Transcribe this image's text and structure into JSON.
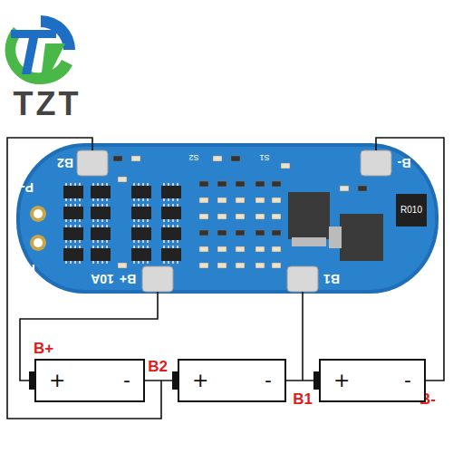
{
  "diagram": {
    "nodes": [
      {
        "text": [
          "+",
          "-"
        ]
      },
      {
        "text": [
          "+",
          "-"
        ]
      },
      {
        "text": [
          "+",
          "-"
        ]
      }
    ],
    "edges": [
      {
        "from": 0,
        "to": 1,
        "arrow": "none"
      },
      {
        "from": 1,
        "to": 2,
        "arrow": "none"
      }
    ],
    "labels": [
      "TZT",
      "B2",
      "P-",
      "P+",
      "B+",
      "10A",
      "B1",
      "B-",
      "S2",
      "S1",
      "R010",
      "B+",
      "B2",
      "B1",
      "B-"
    ]
  }
}
